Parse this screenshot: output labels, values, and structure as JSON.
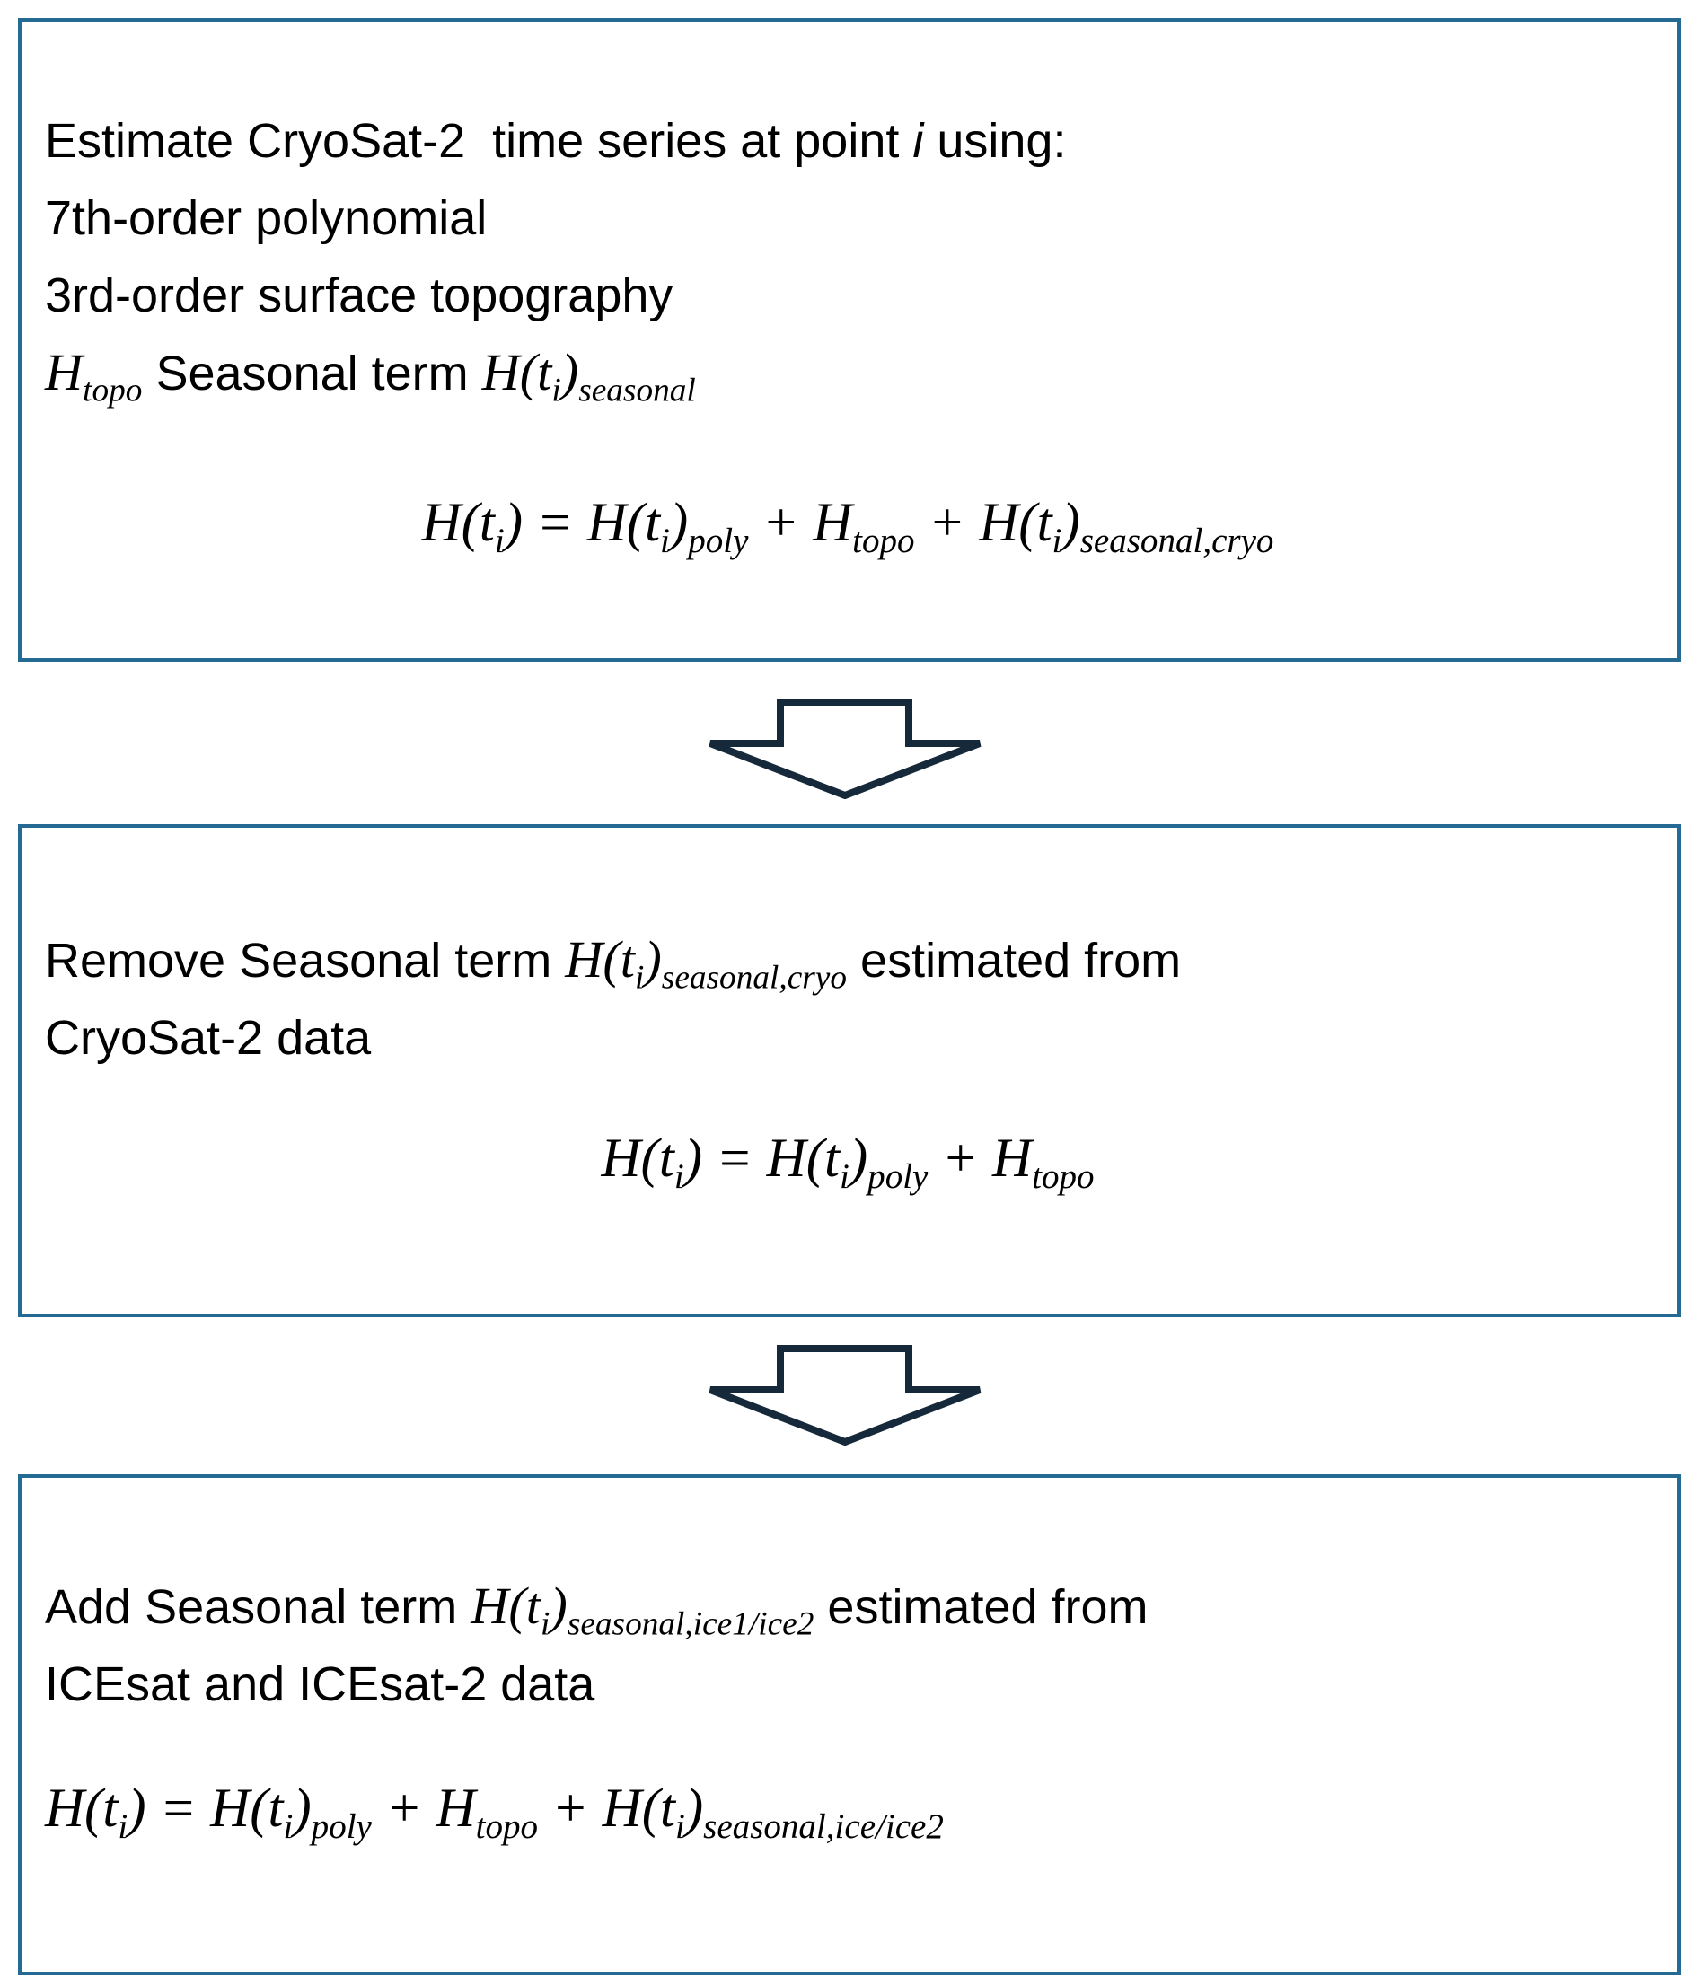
{
  "colors": {
    "background": "#ffffff",
    "box_border": "#246a92",
    "arrow_outline": "#15293a",
    "text": "#000000"
  },
  "steps": [
    {
      "name": "estimate-cryosat2-time-series",
      "lines": [
        [
          {
            "type": "text",
            "text": "Estimate CryoSat-2  time series at point "
          },
          {
            "type": "ital",
            "text": "i"
          },
          {
            "type": "text",
            "text": " using:"
          }
        ],
        [
          {
            "type": "text",
            "text": "7th-order polynomial"
          }
        ],
        [
          {
            "type": "text",
            "text": "3rd-order surface topography"
          }
        ],
        [
          {
            "type": "math",
            "text": "H_{topo}"
          },
          {
            "type": "text",
            "text": " Seasonal term "
          },
          {
            "type": "math",
            "text": "H(t_{i})_{seasonal}"
          }
        ]
      ],
      "formula": [
        {
          "type": "math",
          "text": "H(t_{i}) = H(t_{i})_{poly} + H_{topo} + H(t_{i})_{seasonal,cryo}"
        }
      ]
    },
    {
      "name": "remove-seasonal-term",
      "lines": [
        [
          {
            "type": "text",
            "text": "Remove Seasonal term "
          },
          {
            "type": "math",
            "text": "H(t_{i})_{seasonal,cryo}"
          },
          {
            "type": "text",
            "text": " estimated from"
          }
        ],
        [
          {
            "type": "text",
            "text": "CryoSat-2 data"
          }
        ]
      ],
      "formula": [
        {
          "type": "math",
          "text": "H(t_{i}) = H(t_{i})_{poly} + H_{topo}"
        }
      ]
    },
    {
      "name": "add-seasonal-term",
      "lines": [
        [
          {
            "type": "text",
            "text": "Add Seasonal term "
          },
          {
            "type": "math",
            "text": "H(t_{i})_{seasonal,ice1/ice2}"
          },
          {
            "type": "text",
            "text": " estimated from"
          }
        ],
        [
          {
            "type": "text",
            "text": "ICEsat and ICEsat-2 data"
          }
        ]
      ],
      "formula": [
        {
          "type": "math",
          "text": "H(t_{i}) = H(t_{i})_{poly} + H_{topo} + H(t_{i})_{seasonal,ice/ice2}"
        }
      ]
    }
  ],
  "arrows": [
    {
      "name": "down-arrow-1"
    },
    {
      "name": "down-arrow-2"
    }
  ]
}
